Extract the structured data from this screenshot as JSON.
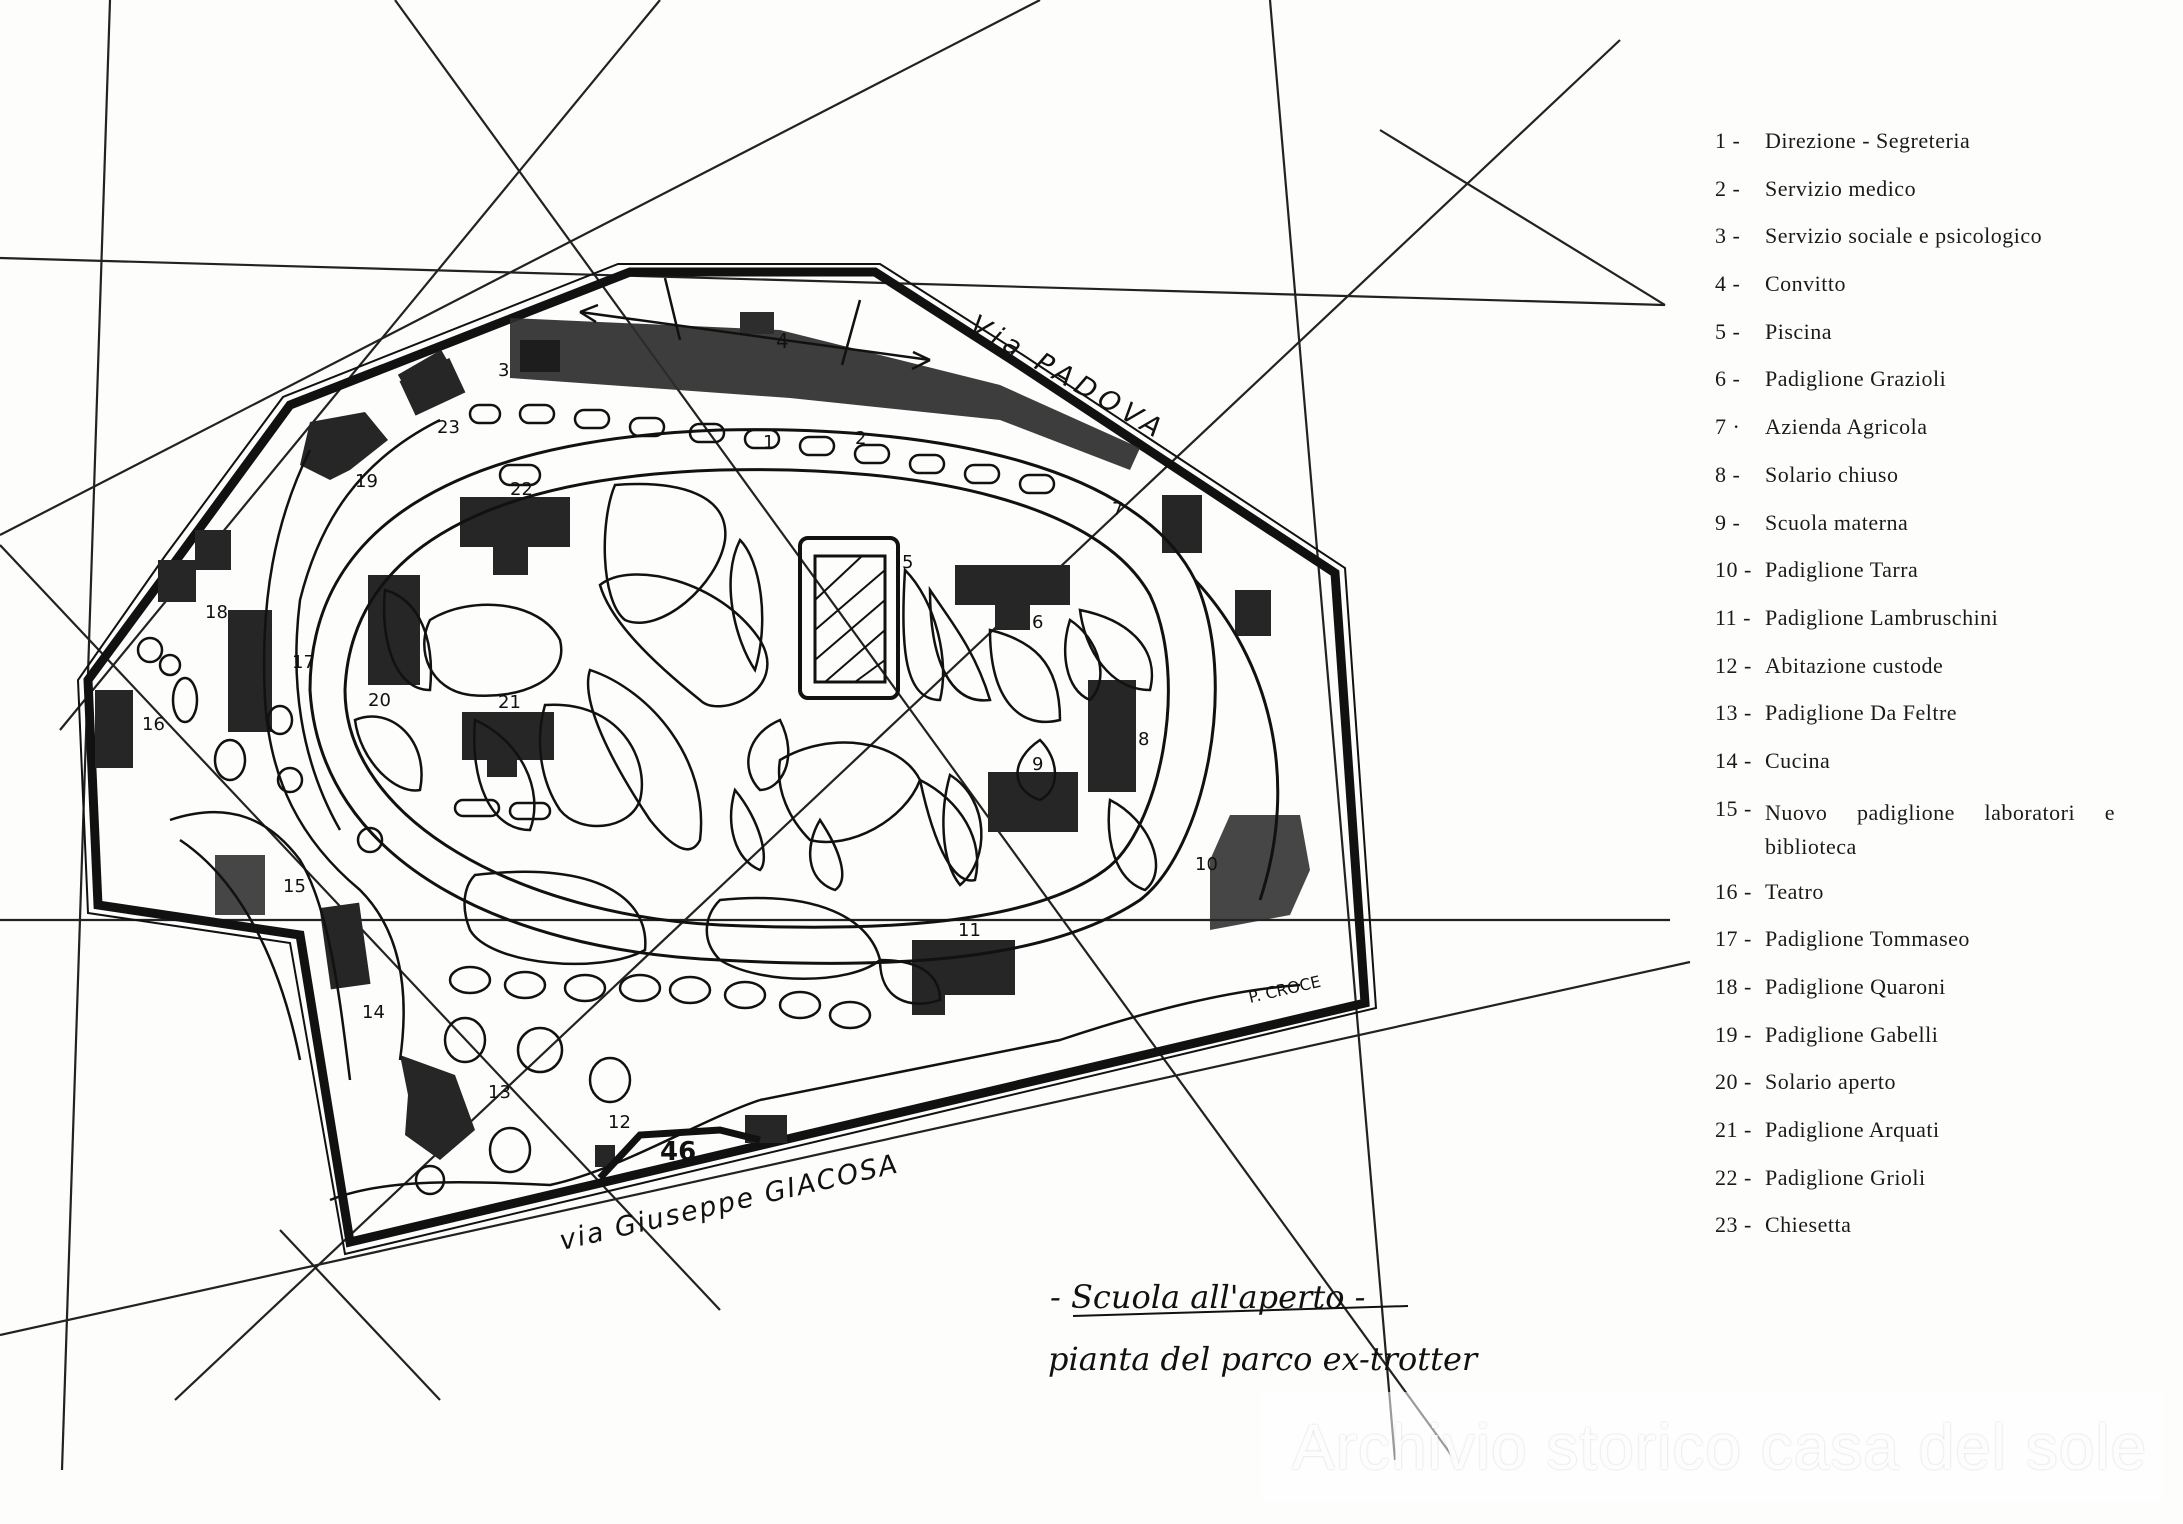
{
  "legend": {
    "items": [
      {
        "num": "1 -",
        "label": "Direzione - Segreteria"
      },
      {
        "num": "2 -",
        "label": "Servizio medico"
      },
      {
        "num": "3 -",
        "label": "Servizio sociale e psicologico"
      },
      {
        "num": "4 -",
        "label": "Convitto"
      },
      {
        "num": "5 -",
        "label": "Piscina"
      },
      {
        "num": "6 -",
        "label": "Padiglione Grazioli"
      },
      {
        "num": "7 ·",
        "label": "Azienda Agricola"
      },
      {
        "num": "8 -",
        "label": "Solario chiuso"
      },
      {
        "num": "9 -",
        "label": "Scuola materna"
      },
      {
        "num": "10 -",
        "label": "Padiglione Tarra"
      },
      {
        "num": "11 -",
        "label": "Padiglione Lambruschini"
      },
      {
        "num": "12 -",
        "label": "Abitazione custode"
      },
      {
        "num": "13 -",
        "label": "Padiglione Da Feltre"
      },
      {
        "num": "14 -",
        "label": "Cucina"
      },
      {
        "num": "15 -",
        "label": "Nuovo padiglione laboratori e biblioteca"
      },
      {
        "num": "16 -",
        "label": "Teatro"
      },
      {
        "num": "17 -",
        "label": "Padiglione Tommaseo"
      },
      {
        "num": "18 -",
        "label": "Padiglione Quaroni"
      },
      {
        "num": "19 -",
        "label": "Padiglione Gabelli"
      },
      {
        "num": "20 -",
        "label": "Solario aperto"
      },
      {
        "num": "21 -",
        "label": "Padiglione Arquati"
      },
      {
        "num": "22 -",
        "label": "Padiglione Grioli"
      },
      {
        "num": "23 -",
        "label": "Chiesetta"
      }
    ]
  },
  "map": {
    "streets": {
      "padova": "Via PADOVA",
      "giacosa": "via Giuseppe GIACOSA",
      "croce": "P. CROCE"
    },
    "numbers": {
      "n1": "1",
      "n2": "2",
      "n3": "3",
      "n4": "4",
      "n5": "5",
      "n6": "6",
      "n7": "7",
      "n8": "8",
      "n9": "9",
      "n10": "10",
      "n11": "11",
      "n12": "12",
      "n13": "13",
      "n14": "14",
      "n15": "15",
      "n16": "16",
      "n17": "17",
      "n18": "18",
      "n19": "19",
      "n20": "20",
      "n21": "21",
      "n22": "22",
      "n23": "23",
      "entrance": "46"
    }
  },
  "caption": {
    "line1": "- Scuola all'aperto -",
    "line2": "pianta del parco ex-trotter"
  },
  "watermark": {
    "text": "Archivio storico casa del sole"
  }
}
